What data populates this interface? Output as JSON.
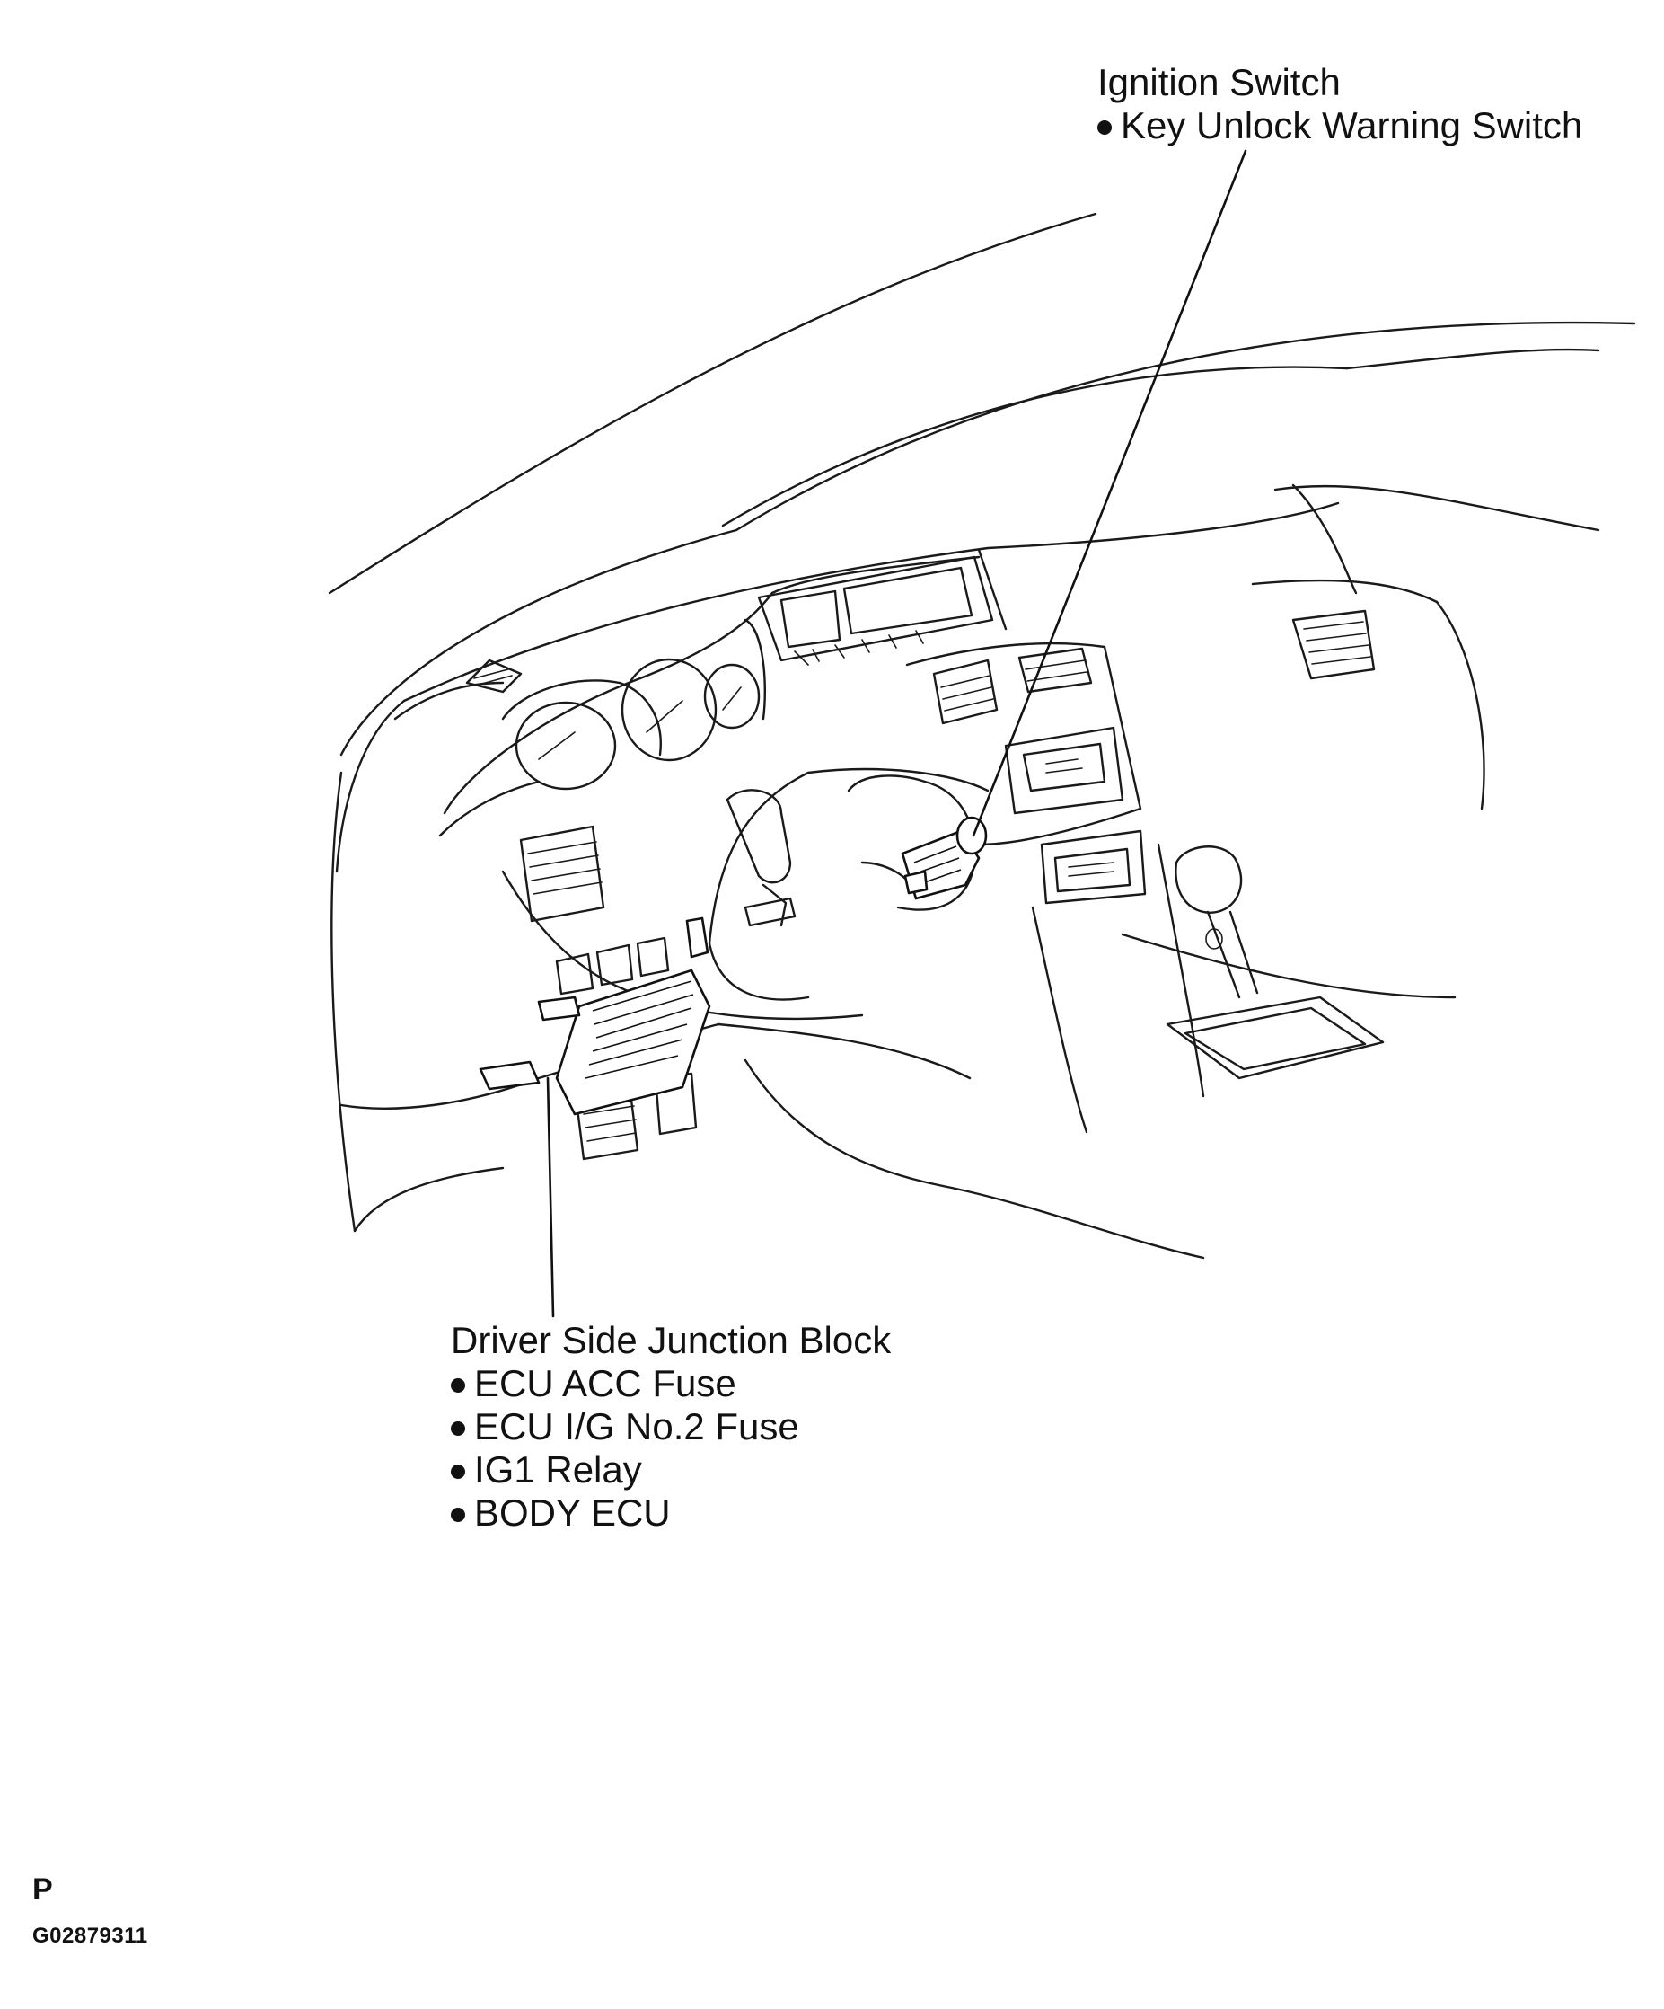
{
  "callouts": {
    "ignition": {
      "title": "Ignition Switch",
      "items": [
        "Key Unlock Warning Switch"
      ]
    },
    "junction_block": {
      "title": "Driver Side Junction Block",
      "items": [
        "ECU ACC Fuse",
        "ECU I/G No.2 Fuse",
        "IG1 Relay",
        "BODY ECU"
      ]
    }
  },
  "footer": {
    "page_mark": "P",
    "figure_id": "G02879311"
  }
}
